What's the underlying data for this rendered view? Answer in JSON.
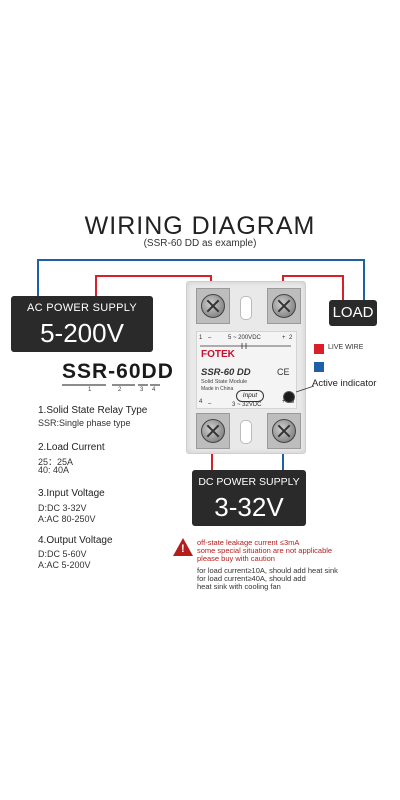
{
  "title": "WIRING DIAGRAM",
  "subtitle": "(SSR-60 DD as example)",
  "ac_supply": {
    "label": "AC POWER SUPPLY",
    "voltage": "5-200V"
  },
  "load": "LOAD",
  "dc_supply": {
    "label": "DC POWER SUPPLY",
    "voltage": "3-32V"
  },
  "relay": {
    "top_left": "1",
    "top_minus": "–",
    "top_rating": "5 ~ 200VDC",
    "top_plus": "+",
    "top_right": "2",
    "brand": "FOTEK",
    "model": "SSR-60 DD",
    "module": "Solid State Module",
    "made_in": "Made in China",
    "ce": "CE",
    "bottom_left": "4",
    "bottom_minus": "–",
    "bottom_rating": "3 ~ 32VDC",
    "bottom_plus": "+",
    "bottom_right": "3",
    "input": "Input"
  },
  "legend": {
    "live_wire": "LIVE WIRE",
    "active_indicator": "Active indicator"
  },
  "colors": {
    "live": "#d9202a",
    "neutral": "#1f5fa8",
    "dark_box": "#2a2a2a",
    "warning": "#b51d1d"
  },
  "model_code": {
    "text": "SSR-60DD",
    "digits": [
      "1",
      "2",
      "3",
      "4"
    ]
  },
  "sections": [
    {
      "heading": "1.Solid State Relay Type",
      "lines": [
        "SSR:Single phase type"
      ]
    },
    {
      "heading": "2.Load Current",
      "lines": [
        "25：25A",
        "40:   40A"
      ]
    },
    {
      "heading": "3.Input Voltage",
      "lines": [
        "D:DC 3-32V",
        "A:AC 80-250V"
      ]
    },
    {
      "heading": "4.Output Voltage",
      "lines": [
        "D:DC 5-60V",
        "A:AC 5-200V"
      ]
    }
  ],
  "warning": {
    "red_lines": [
      "off-state leakage current ≤3mA",
      "some special situation are not applicable",
      "please buy with caution"
    ],
    "black_lines": [
      "for load current≥10A, should add heat sink",
      "for load current≥40A, should add",
      "heat sink with cooling fan"
    ]
  }
}
